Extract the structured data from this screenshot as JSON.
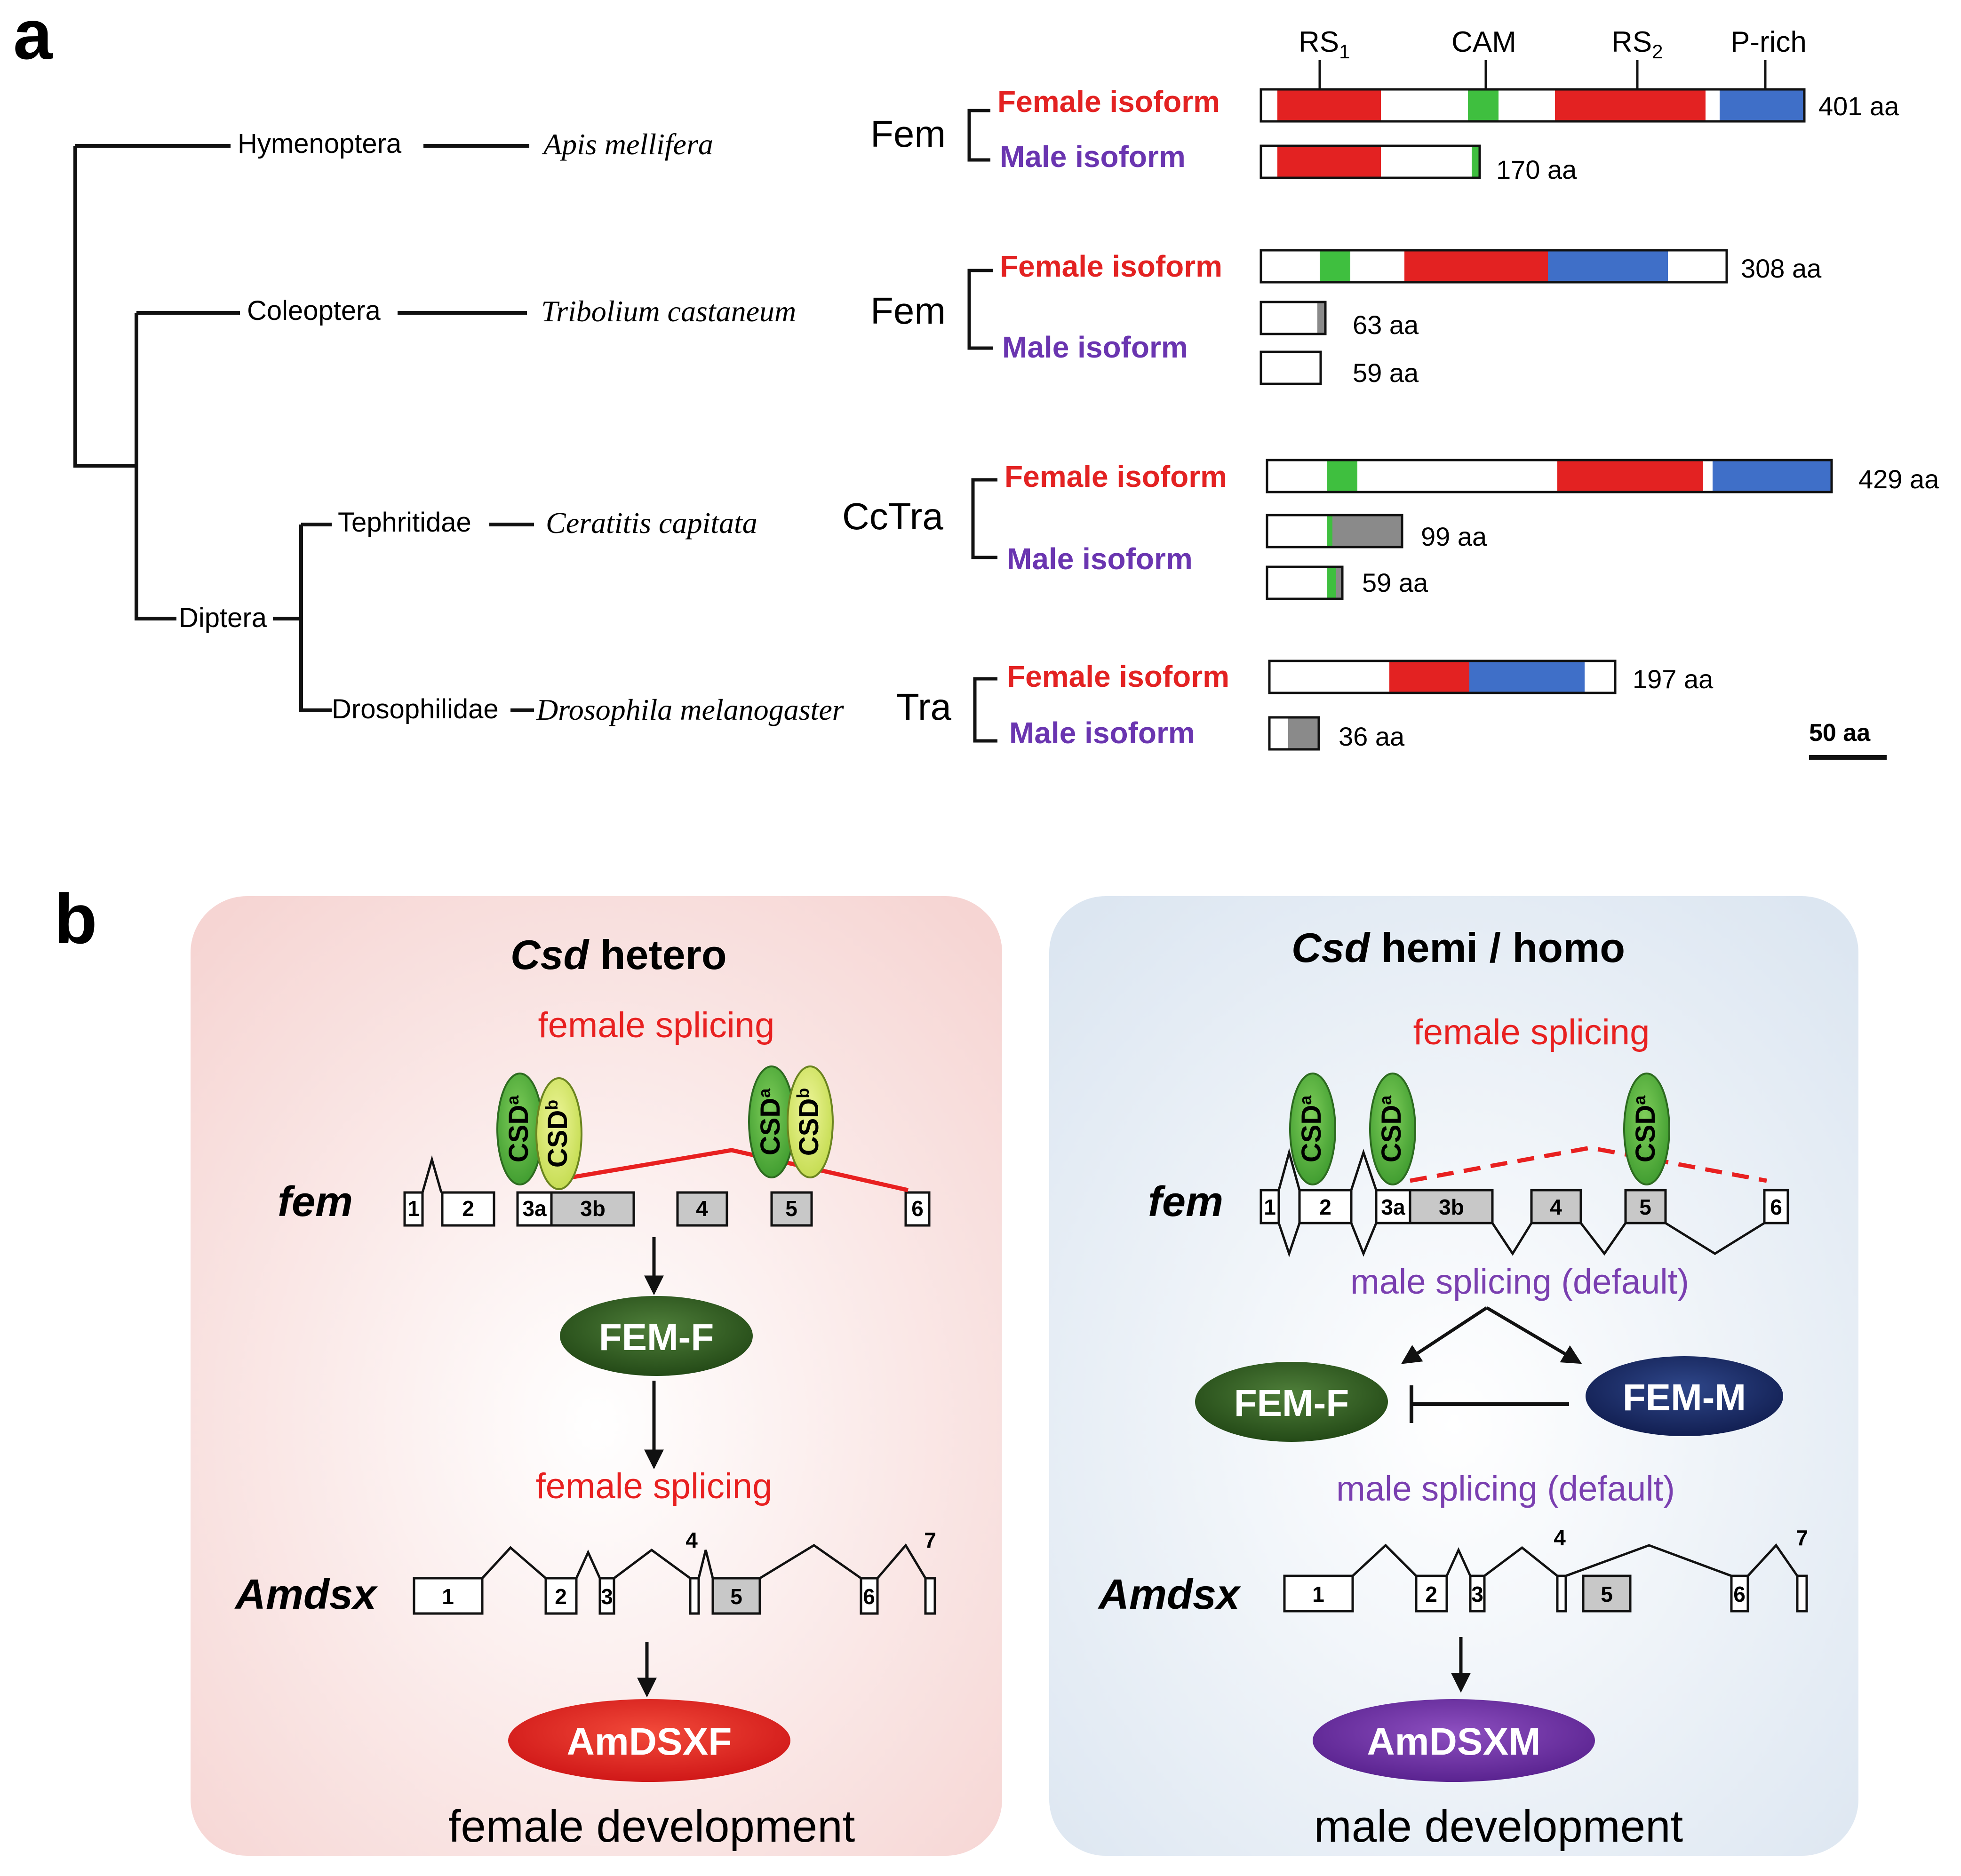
{
  "panel_a": {
    "label": "a",
    "tree": {
      "hymenoptera": "Hymenoptera",
      "coleoptera": "Coleoptera",
      "diptera": "Diptera",
      "tephritidae": "Tephritidae",
      "drosophilidae": "Drosophilidae",
      "apis": "Apis mellifera",
      "tribolium": "Tribolium castaneum",
      "ceratitis": "Ceratitis capitata",
      "drosophila": "Drosophila melanogaster"
    },
    "domains": {
      "rs1": "RS",
      "rs1_sub": "1",
      "cam": "CAM",
      "rs2": "RS",
      "rs2_sub": "2",
      "prich": "P-rich"
    },
    "colors": {
      "rs": "#e32222",
      "cam": "#3fbf3f",
      "prich": "#3f6fc8",
      "terminal": "#8a8a8a"
    },
    "proteins": [
      {
        "name": "Fem",
        "female_label": "Female isoform",
        "male_label": "Male isoform",
        "female": {
          "length_label": "401 aa",
          "length": 401
        },
        "males": [
          {
            "length_label": "170 aa",
            "length": 170
          }
        ]
      },
      {
        "name": "Fem",
        "female_label": "Female isoform",
        "male_label": "Male isoform",
        "female": {
          "length_label": "308 aa",
          "length": 308
        },
        "males": [
          {
            "length_label": "63 aa",
            "length": 63
          },
          {
            "length_label": "59 aa",
            "length": 59
          }
        ]
      },
      {
        "name": "CcTra",
        "female_label": "Female isoform",
        "male_label": "Male isoform",
        "female": {
          "length_label": "429 aa",
          "length": 429
        },
        "males": [
          {
            "length_label": "99 aa",
            "length": 99
          },
          {
            "length_label": "59 aa",
            "length": 59
          }
        ]
      },
      {
        "name": "Tra",
        "female_label": "Female isoform",
        "male_label": "Male isoform",
        "female": {
          "length_label": "197 aa",
          "length": 197
        },
        "males": [
          {
            "length_label": "36 aa",
            "length": 36
          }
        ]
      }
    ],
    "scale_label": "50 aa"
  },
  "panel_b": {
    "label": "b",
    "left": {
      "title_italic": "Csd",
      "title_rest": " hetero",
      "splicing_top": "female splicing",
      "gene1": "fem",
      "csd_a": "CSD",
      "csd_a_sup": "a",
      "csd_b": "CSD",
      "csd_b_sup": "b",
      "exons_fem": [
        "1",
        "2",
        "3a",
        "3b",
        "4",
        "5",
        "6"
      ],
      "protein": "FEM-F",
      "splicing_mid": "female splicing",
      "gene2": "Amdsx",
      "exons_dsx": [
        "1",
        "2",
        "3",
        "4",
        "5",
        "6",
        "7"
      ],
      "product": "AmDSXF",
      "outcome": "female development"
    },
    "right": {
      "title_italic": "Csd",
      "title_rest": " hemi / homo",
      "splicing_top": "female splicing",
      "gene1": "fem",
      "csd_a": "CSD",
      "csd_a_sup": "a",
      "exons_fem": [
        "1",
        "2",
        "3a",
        "3b",
        "4",
        "5",
        "6"
      ],
      "splicing_male": "male splicing (default)",
      "protein_f": "FEM-F",
      "protein_m": "FEM-M",
      "splicing_mid": "male splicing (default)",
      "gene2": "Amdsx",
      "exons_dsx": [
        "1",
        "2",
        "3",
        "4",
        "5",
        "6",
        "7"
      ],
      "product": "AmDSXM",
      "outcome": "male development"
    },
    "colors": {
      "female_text": "#e82020",
      "male_text": "#7a3fb0",
      "fem_f": "#2f5a1f",
      "fem_m": "#1a2c66",
      "dsxf": "#e02020",
      "dsxm": "#6a2fa0",
      "csd_dark": "#4fae3a",
      "csd_light": "#cfe36a"
    }
  }
}
